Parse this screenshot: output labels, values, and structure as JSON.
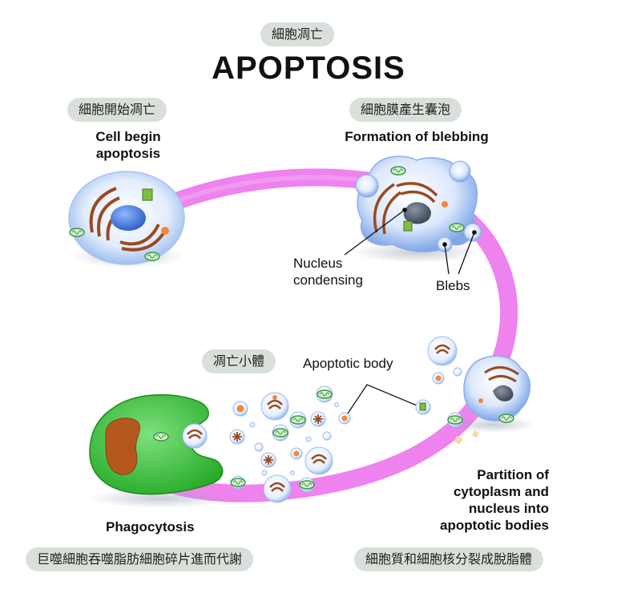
{
  "header": {
    "chinese_title": "細胞凋亡",
    "title": "APOPTOSIS"
  },
  "stages": {
    "begin": {
      "chinese": "細胞開始凋亡",
      "english_line1": "Cell begin",
      "english_line2": "apoptosis"
    },
    "blebbing": {
      "chinese": "細胞膜產生囊泡",
      "english": "Formation of blebbing"
    },
    "apoptotic_body": {
      "chinese": "凋亡小體",
      "english": "Apoptotic body"
    },
    "partition": {
      "line1": "Partition of",
      "line2": "cytoplasm and",
      "line3": "nucleus into",
      "line4": "apoptotic bodies",
      "chinese": "細胞質和細胞核分裂成脫脂體"
    },
    "phagocytosis": {
      "english": "Phagocytosis",
      "chinese": "巨噬細胞吞噬脂肪細胞碎片進而代謝"
    }
  },
  "annotations": {
    "nucleus_line1": "Nucleus",
    "nucleus_line2": "condensing",
    "blebs": "Blebs"
  },
  "colors": {
    "arrow": "#ee82ee",
    "cell_fill": "#cfe0fb",
    "nucleus": "#3e7be0",
    "condensed_nucleus": "#5a6577",
    "macrophage": "#3fcd3f",
    "macrophage_nucleus": "#b4581c",
    "pill_bg": "#d9e0d9",
    "mitochondria": "#9a4a22",
    "organelle_green": "#3a9a3a"
  },
  "icons": [
    "cell",
    "golgi-apparatus",
    "mitochondrion",
    "condensed-nucleus",
    "bleb",
    "apoptotic-body",
    "macrophage"
  ]
}
